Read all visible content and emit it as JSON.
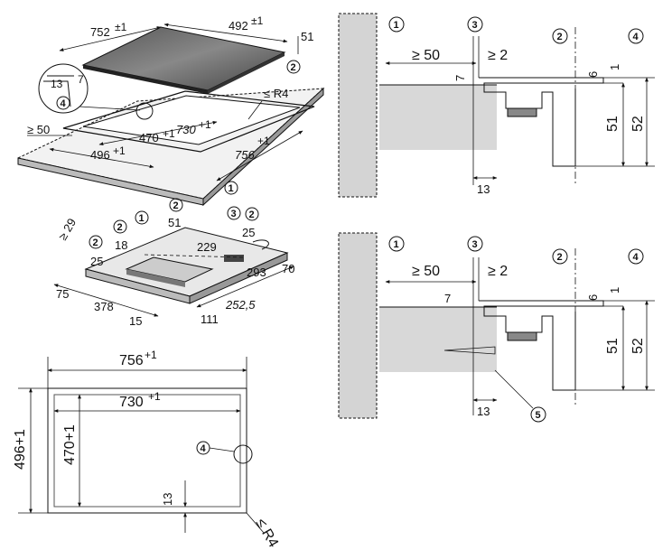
{
  "iso": {
    "width": "752",
    "width_tol": "±1",
    "depth": "492",
    "depth_tol": "±1",
    "height": "51",
    "radius": "≤ R4",
    "edge_min": "≥ 50",
    "cut_w": "730",
    "cut_w_tol": "+1",
    "cut_d": "470",
    "cut_d_tol": "+1",
    "frame_w": "756",
    "frame_w_tol": "+1",
    "frame_d": "496",
    "frame_d_tol": "+1",
    "inset_13": "13",
    "inset_7": "7"
  },
  "base": {
    "min29": "≥ 29",
    "d18": "18",
    "d25a": "25",
    "d25b": "25",
    "d51": "51",
    "d229": "229",
    "d293": "293",
    "d70": "70",
    "d75": "75",
    "d378": "378",
    "d15": "15",
    "d111": "111",
    "d2525": "252,5"
  },
  "plan": {
    "outer_w": "756",
    "outer_w_tol": "+1",
    "inner_w": "730",
    "inner_w_tol": "+1",
    "outer_h": "496+1",
    "inner_h": "470+1",
    "d13": "13",
    "radius": "≤ R4"
  },
  "section_top": {
    "min50": "≥ 50",
    "min2": "≥ 2",
    "d7": "7",
    "d6": "6",
    "d1": "1",
    "d51": "51",
    "d52": "52",
    "d13": "13"
  },
  "section_bottom": {
    "min50": "≥ 50",
    "min2": "≥ 2",
    "d7": "7",
    "d6": "6",
    "d1": "1",
    "d51": "51",
    "d52": "52",
    "d13": "13"
  },
  "callouts": {
    "c1": "1",
    "c2": "2",
    "c3": "3",
    "c4": "4",
    "c5": "5"
  },
  "colors": {
    "glass": "#444444",
    "gray_fill": "#dcdcdc",
    "wall": "#d4d4d4"
  }
}
